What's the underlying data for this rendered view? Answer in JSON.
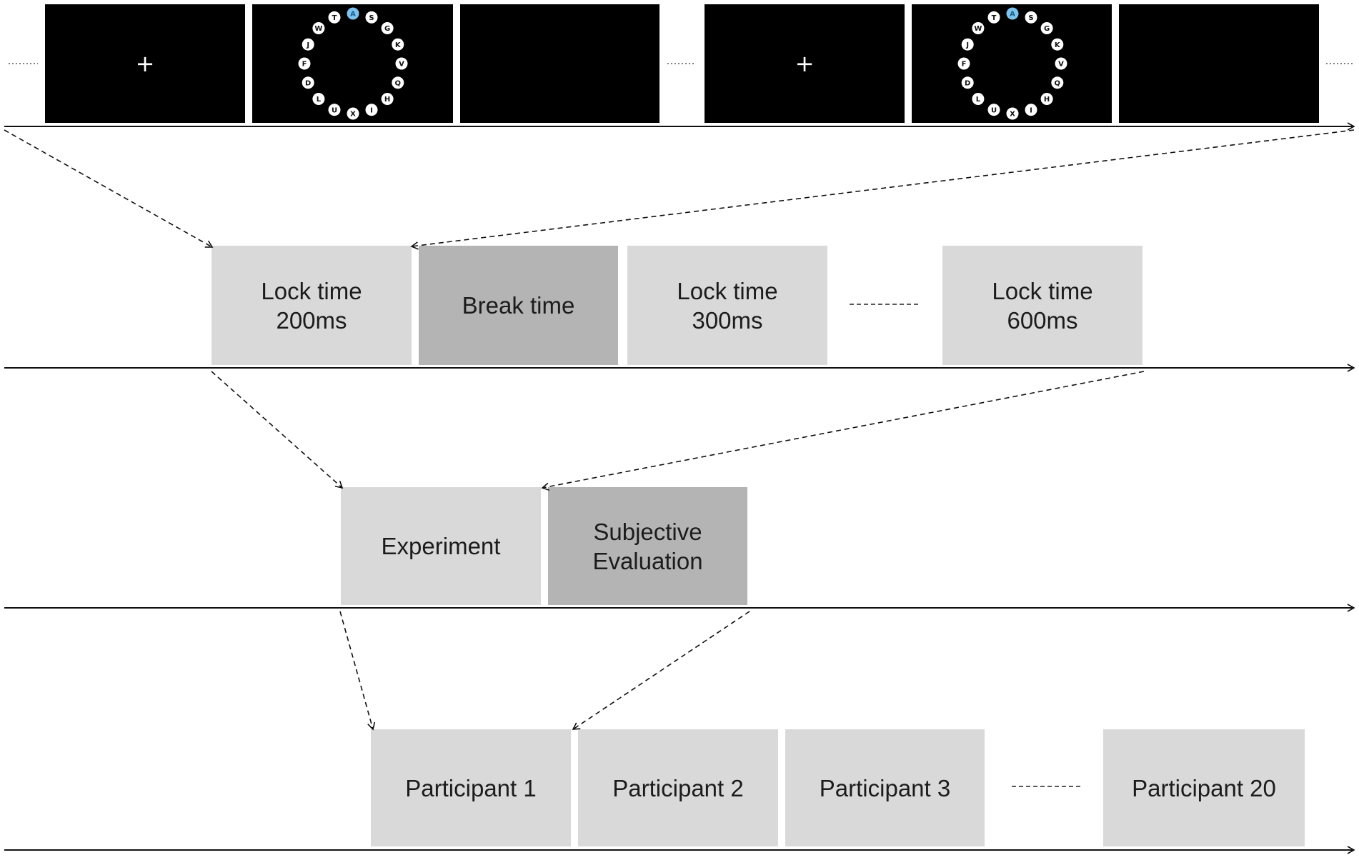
{
  "screens": {
    "fixation_symbol": "+",
    "ring_letters": [
      "A",
      "S",
      "G",
      "K",
      "V",
      "Q",
      "H",
      "I",
      "X",
      "U",
      "L",
      "D",
      "F",
      "J",
      "W",
      "T"
    ],
    "highlighted_letter": "A"
  },
  "lock_sequence": [
    {
      "line1": "Lock time",
      "line2": "200ms"
    },
    {
      "line1": "Break time"
    },
    {
      "line1": "Lock time",
      "line2": "300ms"
    },
    {
      "line1": "Lock time",
      "line2": "600ms"
    }
  ],
  "session": [
    {
      "line1": "Experiment"
    },
    {
      "line1": "Subjective",
      "line2": "Evaluation"
    }
  ],
  "participants": [
    "Participant 1",
    "Participant 2",
    "Participant 3",
    "Participant 20"
  ],
  "colors": {
    "screen": "#000000",
    "light_block": "#d9d9d9",
    "dark_block": "#b4b4b4",
    "key": "#ffffff",
    "highlight": "#7cc4ee"
  }
}
